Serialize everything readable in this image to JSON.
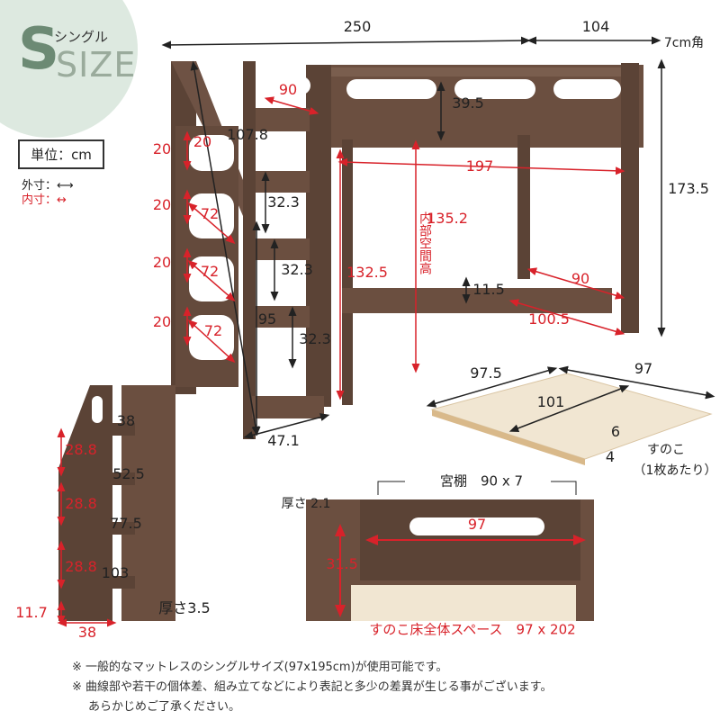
{
  "badge": {
    "letter": "S",
    "size_word": "SIZE",
    "type_label": "シングル",
    "circle_color": "#dde9e0"
  },
  "legend": {
    "unit": "単位：cm",
    "outer": "外寸：",
    "inner": "内寸："
  },
  "colors": {
    "wood": "#5b4336",
    "wood_light": "#75584a",
    "slat": "#f1e6d2",
    "dimension_red": "#d8222a"
  },
  "main_bed": {
    "width": "250",
    "depth": "104",
    "post": "7cm角",
    "height": "173.5",
    "shelf_hole": "90",
    "headboard": "39.5",
    "ladder_diag": "107.8",
    "inner_length": "197",
    "inner_height": "135.2",
    "inner_height_label": "内部空間高",
    "under_height": "132.5",
    "rail": "11.5",
    "end_inner": "90",
    "end_outer": "100.5",
    "step_gaps": [
      "32.3",
      "32.3",
      "32.3"
    ],
    "ladder_height": "95",
    "side_20": [
      "20",
      "20",
      "20",
      "20",
      "20"
    ],
    "side_72": [
      "72",
      "72",
      "72"
    ],
    "ladder_depth": "47.1"
  },
  "ladder": {
    "top": "38",
    "gaps": [
      "28.8",
      "28.8",
      "28.8"
    ],
    "widths": [
      "52.5",
      "77.5",
      "103"
    ],
    "bottom_height": "11.7",
    "bottom_width": "38",
    "thickness": "厚さ3.5"
  },
  "slats": {
    "width_a": "97.5",
    "width_b": "97",
    "length": "101",
    "slat_w": "6",
    "slat_h": "4",
    "label": "すのこ",
    "per_piece": "（1枚あたり）"
  },
  "shelf_view": {
    "shelf": "宮棚　90 x 7",
    "thickness": "厚さ 2.1",
    "inner_width": "97",
    "guard_height": "31.5",
    "floor_space": "すのこ床全体スペース　97 x 202"
  },
  "notes": [
    "※ 一般的なマットレスのシングルサイズ(97x195cm)が使用可能です。",
    "※ 曲線部や若干の個体差、組み立てなどにより表記と多少の差異が生じる事がございます。",
    "あらかじめご了承ください。"
  ]
}
